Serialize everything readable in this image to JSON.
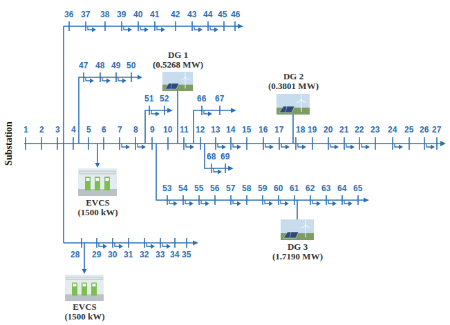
{
  "diagram": {
    "nodes": [
      {
        "text": [
          "DG 1",
          "(0.5268 MW)"
        ]
      },
      {
        "text": [
          "DG 2",
          "(0.3801 MW)"
        ]
      },
      {
        "text": [
          "EVCS",
          "(1500 kW)"
        ]
      },
      {
        "text": [
          "DG 3",
          "(1.7190 MW)"
        ]
      },
      {
        "text": [
          "EVCS",
          "(1500 kW)"
        ]
      }
    ],
    "labels": [
      "Substation",
      "1",
      "2",
      "3",
      "4",
      "5",
      "6",
      "7",
      "8",
      "9",
      "10",
      "11",
      "12",
      "13",
      "14",
      "15",
      "16",
      "17",
      "18",
      "19",
      "20",
      "21",
      "22",
      "23",
      "24",
      "25",
      "26",
      "27",
      "28",
      "29",
      "30",
      "31",
      "32",
      "33",
      "34",
      "35",
      "36",
      "37",
      "38",
      "39",
      "40",
      "41",
      "42",
      "43",
      "44",
      "45",
      "46",
      "47",
      "48",
      "49",
      "50",
      "51",
      "52",
      "53",
      "54",
      "55",
      "56",
      "57",
      "58",
      "59",
      "60",
      "61",
      "62",
      "63",
      "64",
      "65",
      "66",
      "67",
      "68",
      "69"
    ]
  }
}
